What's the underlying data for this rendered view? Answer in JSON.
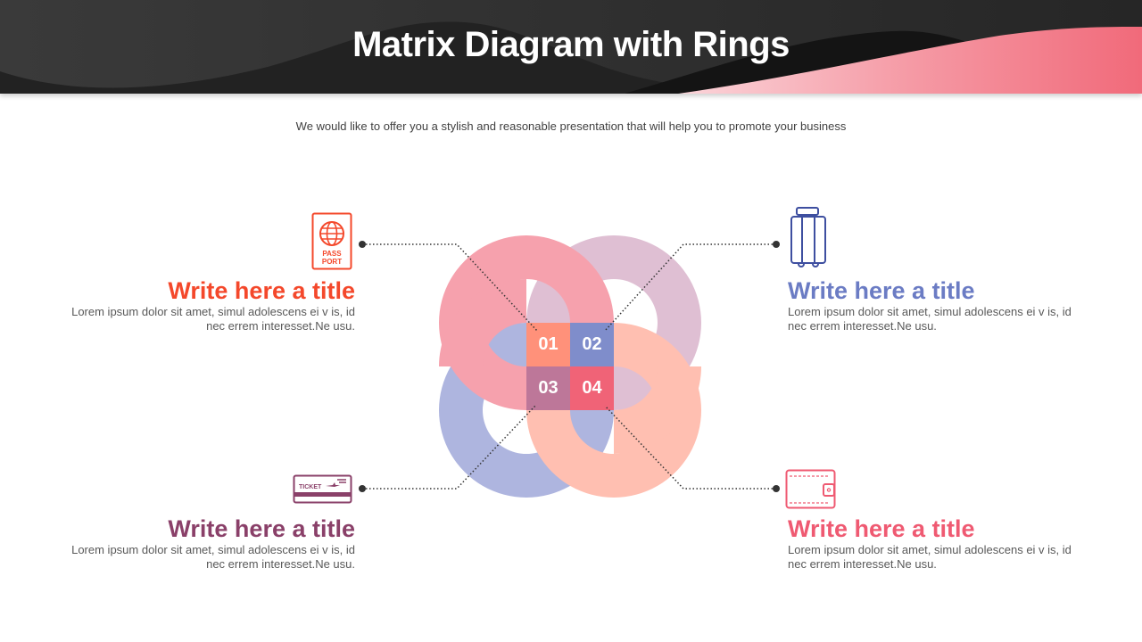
{
  "header": {
    "title": "Matrix Diagram with Rings",
    "subtitle": "We would like to offer you a stylish and reasonable presentation that will help you to promote your business",
    "colors": {
      "dark": "#2b2b2b",
      "accent_start": "#f9c9cf",
      "accent_end": "#f16a7a"
    }
  },
  "matrix": {
    "cells": [
      {
        "label": "01",
        "color": "#ff917a"
      },
      {
        "label": "02",
        "color": "#7f8dcb"
      },
      {
        "label": "03",
        "color": "#bd7799"
      },
      {
        "label": "04",
        "color": "#f06377"
      }
    ],
    "rings": [
      {
        "position": "top-left",
        "color": "#f6a1ad"
      },
      {
        "position": "top-right",
        "color": "#dfbfd3"
      },
      {
        "position": "bottom-left",
        "color": "#aeb5df"
      },
      {
        "position": "bottom-right",
        "color": "#ffbfb1"
      }
    ]
  },
  "items": [
    {
      "id": "01",
      "icon": "passport-icon",
      "icon_text": [
        "PASS",
        "PORT"
      ],
      "title": "Write here a title",
      "description": "Lorem ipsum dolor sit amet, simul adolescens ei v is, id nec errem interesset.Ne usu.",
      "color": "#f4482b"
    },
    {
      "id": "02",
      "icon": "suitcase-icon",
      "title": "Write here a title",
      "description": "Lorem ipsum dolor sit amet, simul adolescens ei v is, id nec errem interesset.Ne usu.",
      "color": "#6b7cc4"
    },
    {
      "id": "03",
      "icon": "ticket-icon",
      "icon_text": [
        "TICKET"
      ],
      "title": "Write here a title",
      "description": "Lorem ipsum dolor sit amet, simul adolescens ei v is, id nec errem interesset.Ne usu.",
      "color": "#8a4069"
    },
    {
      "id": "04",
      "icon": "wallet-icon",
      "title": "Write here a title",
      "description": "Lorem ipsum dolor sit amet, simul adolescens ei v is, id nec errem interesset.Ne usu.",
      "color": "#ef5a72"
    }
  ]
}
